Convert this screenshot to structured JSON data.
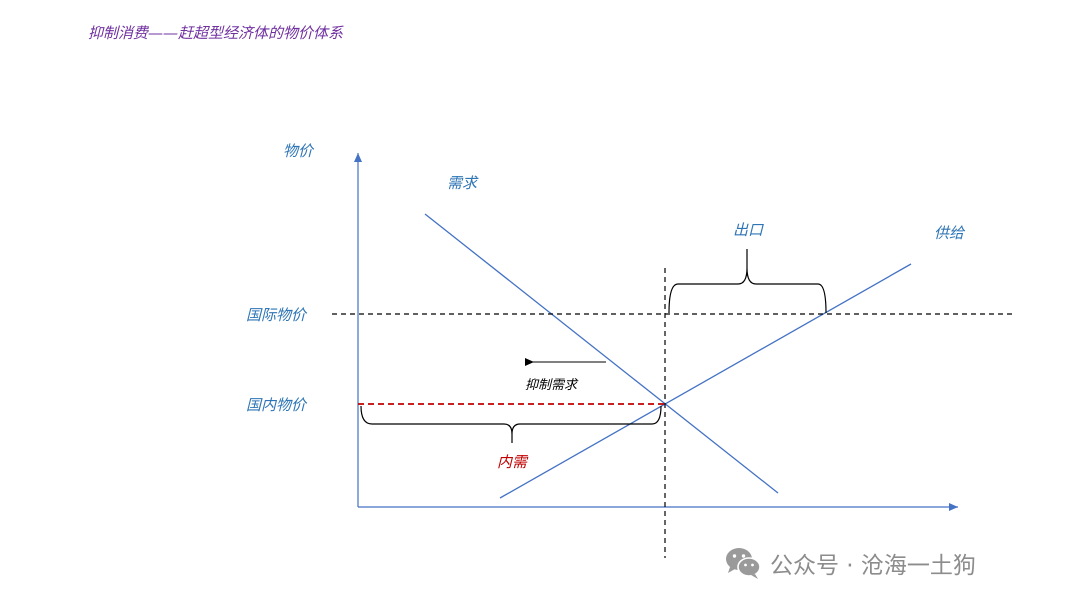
{
  "header": {
    "title": "抑制消费——赶超型经济体的物价体系"
  },
  "diagram": {
    "y_axis_label": "物价",
    "demand_label": "需求",
    "supply_label": "供给",
    "export_label": "出口",
    "intl_price_label": "国际物价",
    "domestic_price_label": "国内物价",
    "suppress_demand_label": "抑制需求",
    "domestic_demand_label": "内需",
    "colors": {
      "curves": "#4472c4",
      "labels": "#2e75b6",
      "domestic_price_line": "#c00000",
      "dashed_lines": "#000000"
    }
  },
  "watermark": {
    "text": "公众号 · 沧海一土狗",
    "icon": "wechat-icon"
  }
}
